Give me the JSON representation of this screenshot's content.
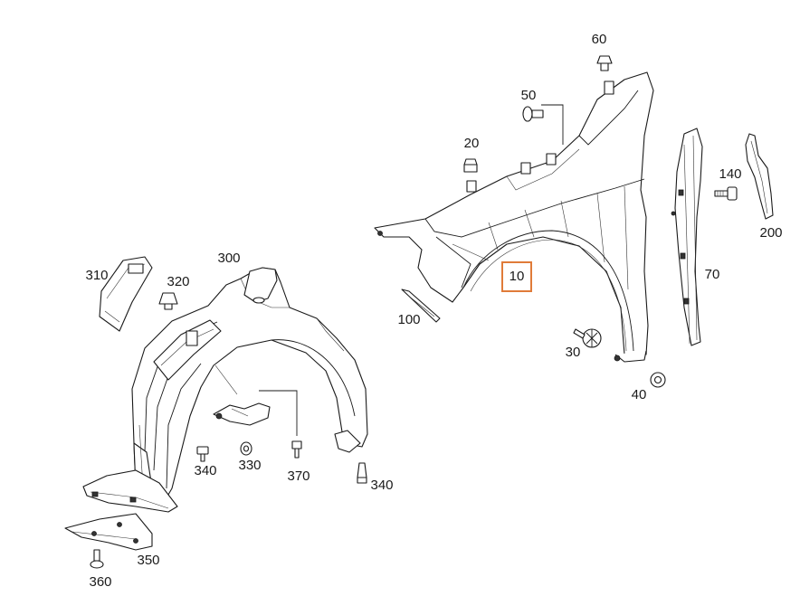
{
  "diagram": {
    "highlight_color": "#e07b39",
    "highlighted_part": "10",
    "labels": {
      "l10": "10",
      "l20": "20",
      "l30": "30",
      "l40": "40",
      "l50": "50",
      "l60": "60",
      "l70": "70",
      "l100": "100",
      "l140": "140",
      "l200": "200",
      "l300": "300",
      "l310": "310",
      "l320": "320",
      "l330": "330",
      "l340a": "340",
      "l340b": "340",
      "l350": "350",
      "l360": "360",
      "l370": "370"
    }
  }
}
